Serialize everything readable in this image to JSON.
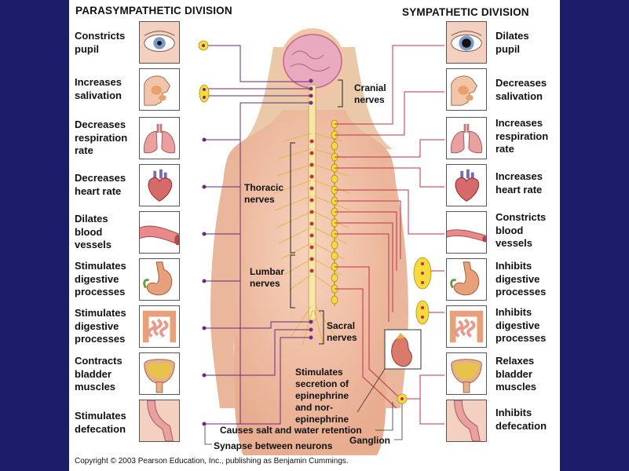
{
  "titles": {
    "left": "PARASYMPATHETIC DIVISION",
    "right": "SYMPATHETIC DIVISION"
  },
  "parasympathetic": [
    {
      "organ": "eye-icon",
      "effect": "Constricts\npupil"
    },
    {
      "organ": "salivary-gland-icon",
      "effect": "Increases\nsalivation"
    },
    {
      "organ": "lungs-icon",
      "effect": "Decreases\nrespiration\nrate"
    },
    {
      "organ": "heart-icon",
      "effect": "Decreases\nheart rate"
    },
    {
      "organ": "blood-vessel-icon",
      "effect": "Dilates\nblood\nvessels"
    },
    {
      "organ": "stomach-icon",
      "effect": "Stimulates\ndigestive\nprocesses"
    },
    {
      "organ": "intestine-icon",
      "effect": "Stimulates\ndigestive\nprocesses"
    },
    {
      "organ": "bladder-icon",
      "effect": "Contracts\nbladder\nmuscles"
    },
    {
      "organ": "rectum-icon",
      "effect": "Stimulates\ndefecation"
    }
  ],
  "sympathetic": [
    {
      "organ": "eye-icon",
      "effect": "Dilates\npupil"
    },
    {
      "organ": "salivary-gland-icon",
      "effect": "Decreases\nsalivation"
    },
    {
      "organ": "lungs-icon",
      "effect": "Increases\nrespiration\nrate"
    },
    {
      "organ": "heart-icon",
      "effect": "Increases\nheart rate"
    },
    {
      "organ": "blood-vessel-icon",
      "effect": "Constricts\nblood\nvessels"
    },
    {
      "organ": "stomach-icon",
      "effect": "Inhibits\ndigestive\nprocesses"
    },
    {
      "organ": "intestine-icon",
      "effect": "Inhibits\ndigestive\nprocesses"
    },
    {
      "organ": "bladder-icon",
      "effect": "Relaxes\nbladder\nmuscles"
    },
    {
      "organ": "rectum-icon",
      "effect": "Inhibits\ndefecation"
    }
  ],
  "nerves": {
    "cranial": "Cranial\nnerves",
    "thoracic": "Thoracic\nnerves",
    "lumbar": "Lumbar\nnerves",
    "sacral": "Sacral\nnerves"
  },
  "annotations": {
    "adrenal": "Stimulates\nsecretion of\nepinephrine\nand nor-\nepinephrine",
    "kidney": "Causes salt and water retention",
    "ganglion": "Ganglion",
    "synapse": "Synapse between neurons"
  },
  "colors": {
    "sidebar": "#1c1c6b",
    "skin": "#f2c4a8",
    "nerve": "#6a2a7a",
    "ganglion": "#f5dc3c",
    "spinal": "#c03060"
  },
  "copyright": "Copyright © 2003 Pearson Education, Inc., publishing as Benjamin Cummings."
}
